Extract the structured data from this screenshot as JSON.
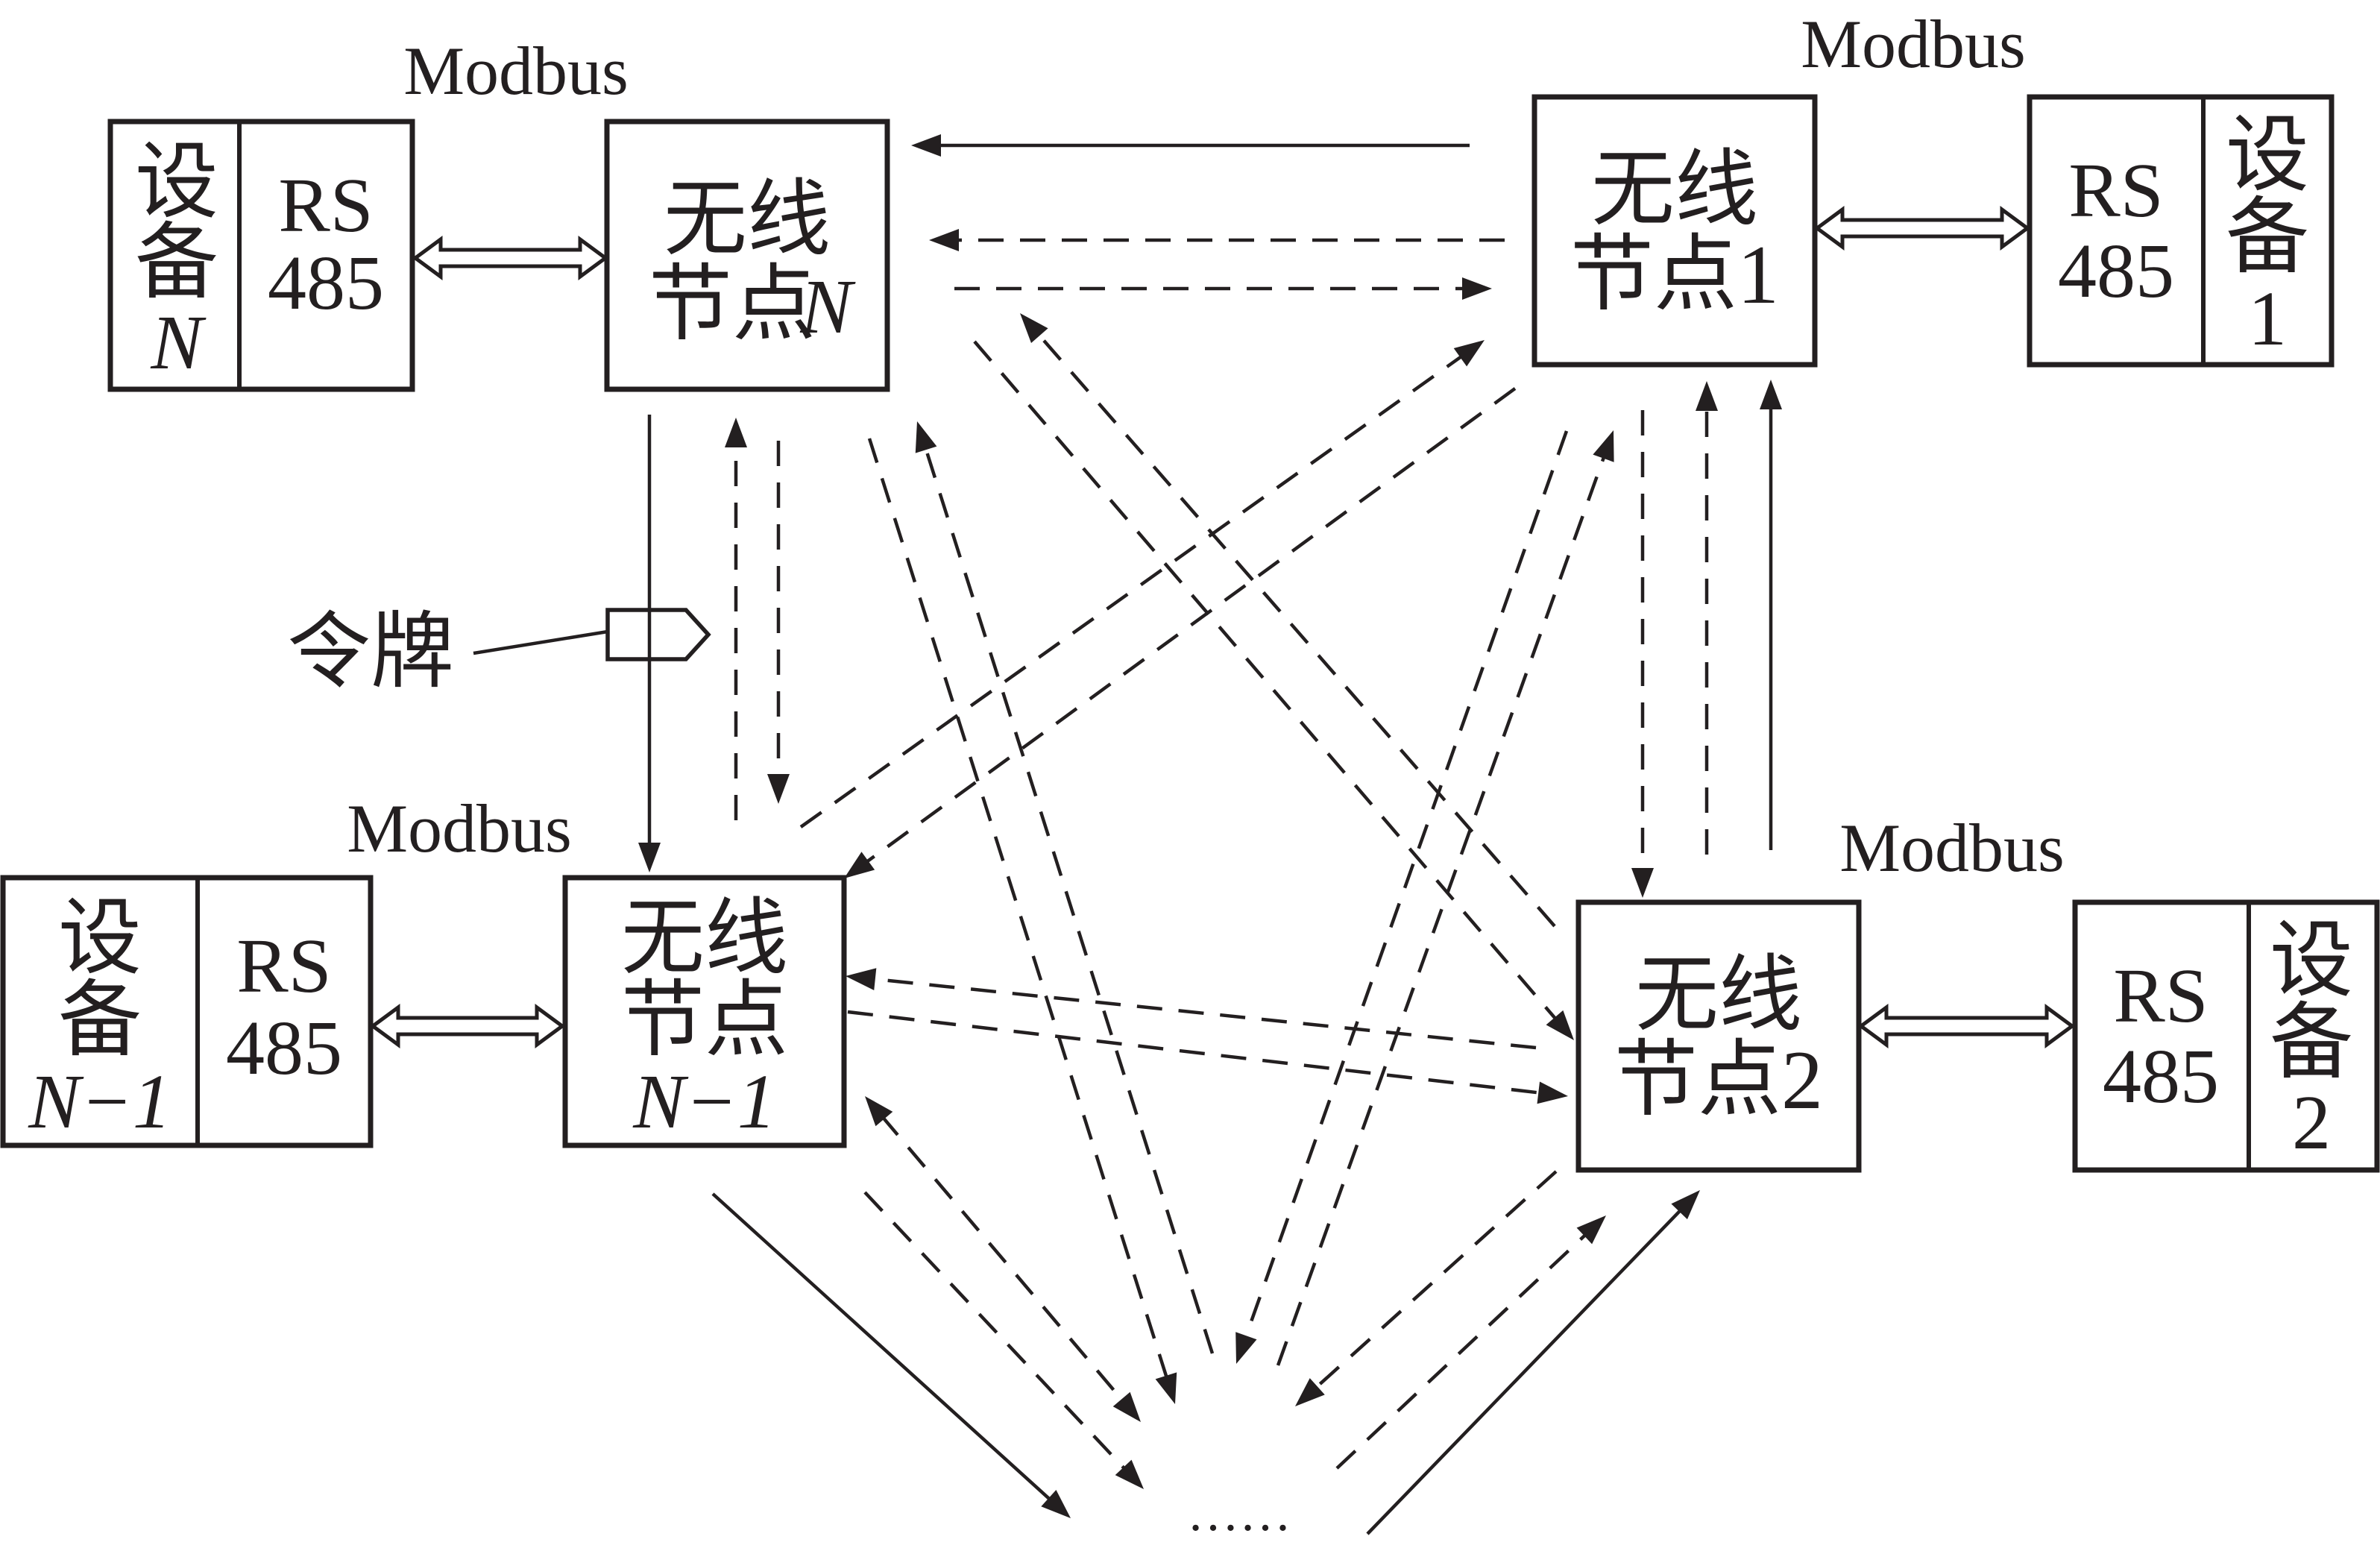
{
  "protocol_label": "Modbus",
  "token_label": "令牌",
  "ellipsis": "……",
  "colors": {
    "ink": "#231f20",
    "background": "#ffffff"
  },
  "nodes": {
    "N": {
      "device": [
        "设",
        "备",
        "N"
      ],
      "rs485": [
        "RS",
        "485"
      ],
      "wireless": [
        "无线",
        "节点",
        "N"
      ]
    },
    "N1": {
      "device": [
        "设",
        "备",
        "N−1"
      ],
      "rs485": [
        "RS",
        "485"
      ],
      "wireless": [
        "无线",
        "节点",
        "N−1"
      ]
    },
    "one": {
      "device": [
        "设",
        "备",
        "1"
      ],
      "rs485": [
        "RS",
        "485"
      ],
      "wireless": [
        "无线",
        "节点1"
      ]
    },
    "two": {
      "device": [
        "设",
        "备",
        "2"
      ],
      "rs485": [
        "RS",
        "485"
      ],
      "wireless": [
        "无线",
        "节点2"
      ]
    }
  }
}
